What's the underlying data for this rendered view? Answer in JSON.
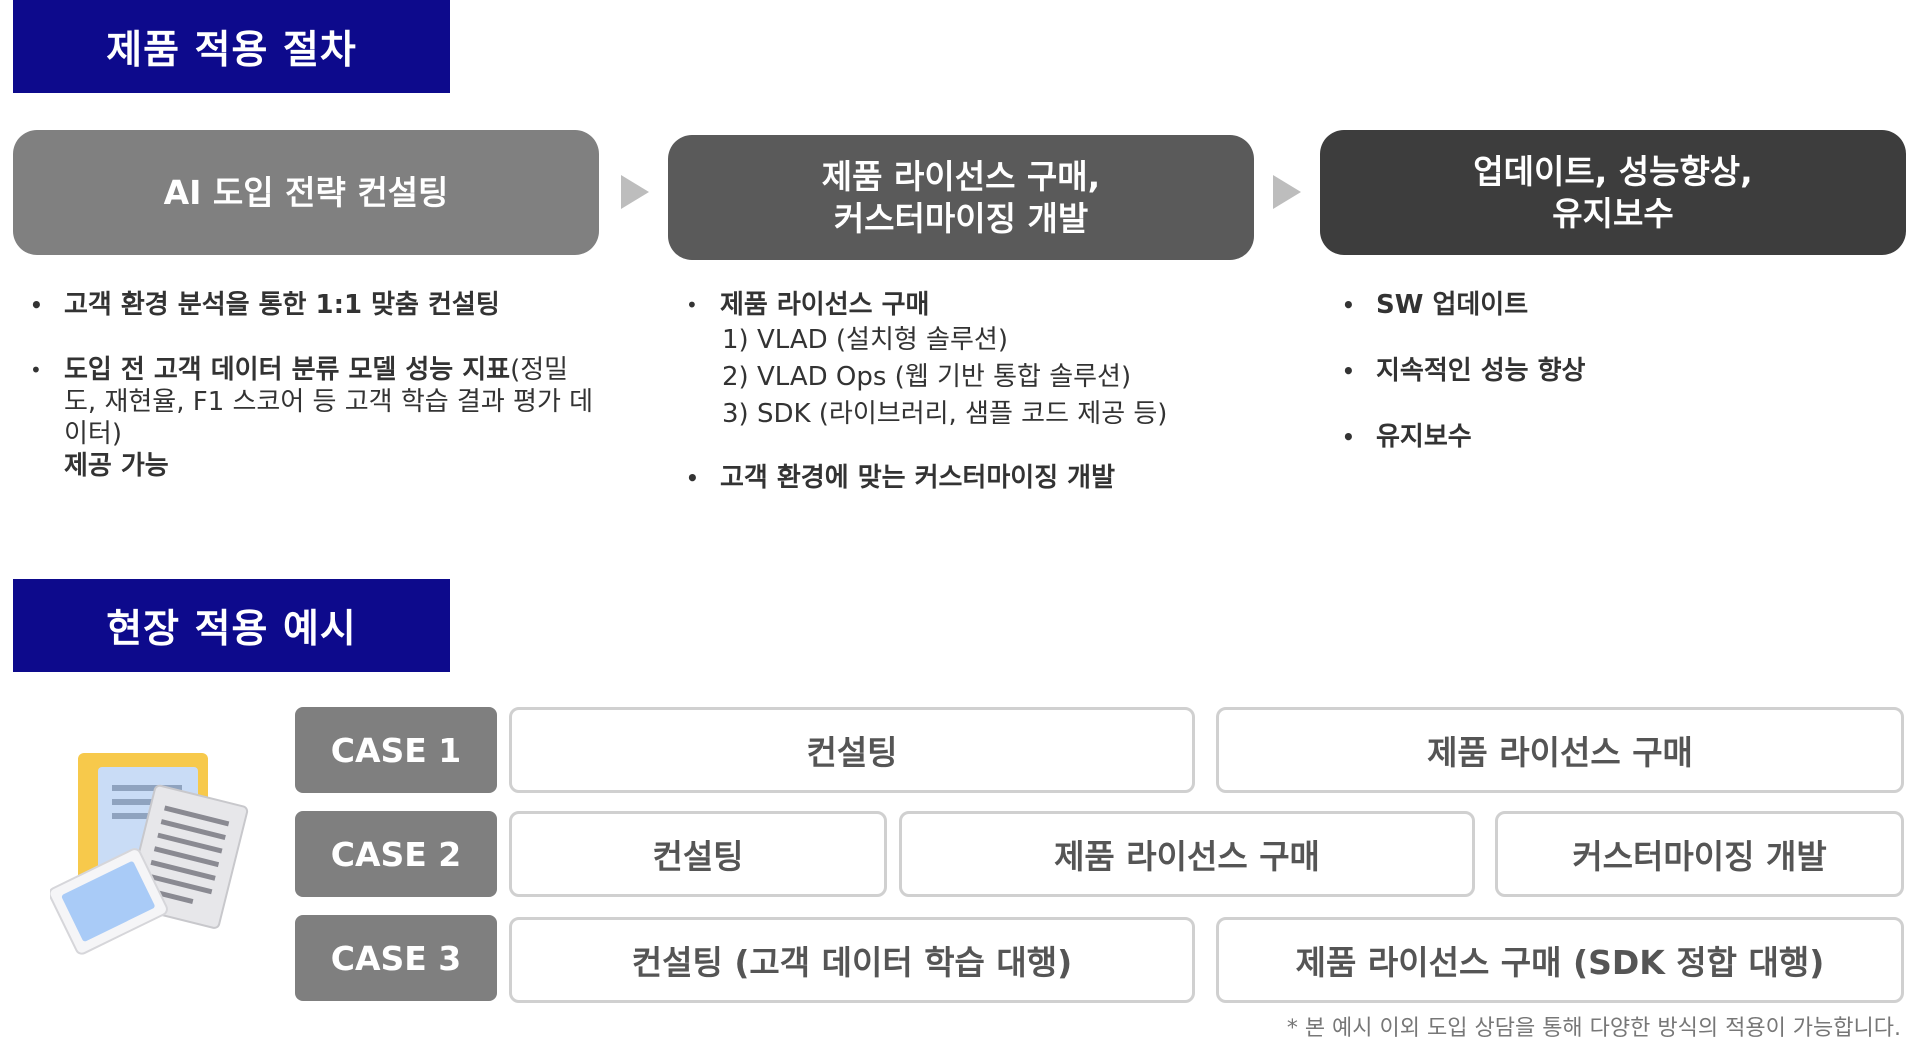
{
  "section1": {
    "title": "제품 적용 절차"
  },
  "steps": [
    {
      "line1": "AI 도입 전략 컨설팅",
      "line2": "",
      "color": "#808080"
    },
    {
      "line1": "제품 라이선스 구매,",
      "line2": "커스터마이징 개발",
      "color": "#5a5a5a"
    },
    {
      "line1": "업데이트, 성능향상,",
      "line2": "유지보수",
      "color": "#3d3d3d"
    }
  ],
  "col1": {
    "b1": "고객 환경 분석을 통한 1:1 맞춤 컨설팅",
    "b2_bold": "도입 전 고객 데이터 분류 모델 성능 지표",
    "b2_normal": "(정밀도, 재현율, F1 스코어 등 고객 학습 결과 평가 데이터)",
    "b2_end": "제공 가능"
  },
  "col2": {
    "b1": "제품 라이선스 구매",
    "subs": [
      "1) VLAD (설치형 솔루션)",
      "2) VLAD Ops (웹 기반 통합 솔루션)",
      "3) SDK (라이브러리, 샘플 코드 제공 등)"
    ],
    "b2": "고객 환경에 맞는 커스터마이징 개발"
  },
  "col3": {
    "b1": "SW 업데이트",
    "b2": "지속적인 성능 향상",
    "b3": "유지보수"
  },
  "section2": {
    "title": "현장 적용 예시"
  },
  "cases": {
    "case1": {
      "label": "CASE 1",
      "items": [
        "컨설팅",
        "제품 라이선스 구매"
      ]
    },
    "case2": {
      "label": "CASE 2",
      "items": [
        "컨설팅",
        "제품 라이선스 구매",
        "커스터마이징 개발"
      ]
    },
    "case3": {
      "label": "CASE 3",
      "items": [
        "컨설팅 (고객 데이터 학습 대행)",
        "제품 라이선스 구매 (SDK 정합 대행)"
      ]
    }
  },
  "note": "* 본 예시 이외 도입 상담을 통해 다양한 방식의 적용이 가능합니다.",
  "icons": {
    "documents": "documents-icon"
  }
}
